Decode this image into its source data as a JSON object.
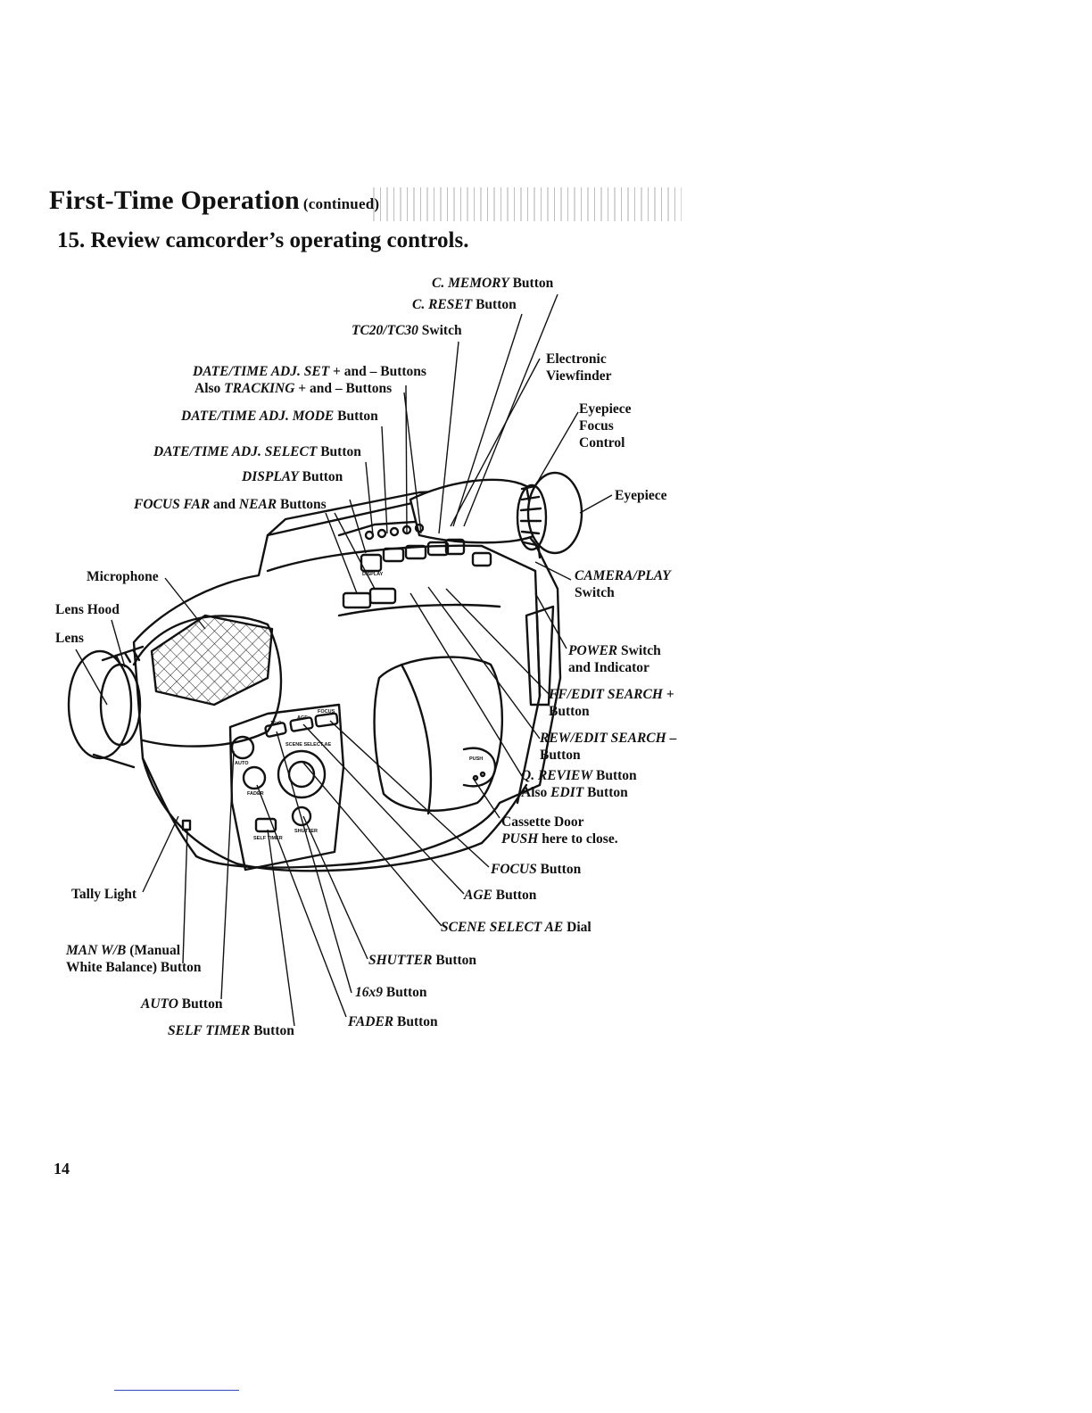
{
  "header": {
    "title": "First-Time Operation",
    "continued": "(continued)"
  },
  "step": {
    "title": "15. Review camcorder’s operating controls."
  },
  "labels": {
    "c_memory": {
      "italic": "C. MEMORY",
      "rest": " Button"
    },
    "c_reset": {
      "italic": "C. RESET",
      "rest": " Button"
    },
    "tc_switch": {
      "italic": "TC20/TC30",
      "rest": " Switch"
    },
    "date_set_1": {
      "italic": "DATE/TIME ADJ. SET",
      "rest": " + and – Buttons"
    },
    "date_set_2": {
      "pre": "Also ",
      "italic": "TRACKING",
      "rest": " + and – Buttons"
    },
    "date_mode": {
      "italic": "DATE/TIME ADJ. MODE",
      "rest": " Button"
    },
    "date_select": {
      "italic": "DATE/TIME ADJ. SELECT",
      "rest": " Button"
    },
    "display": {
      "italic": "DISPLAY",
      "rest": " Button"
    },
    "focus_far_near": {
      "italic1": "FOCUS FAR",
      "mid": " and ",
      "italic2": "NEAR",
      "rest": " Buttons"
    },
    "microphone": "Microphone",
    "lens_hood": "Lens Hood",
    "lens": "Lens",
    "electronic_viewfinder": [
      "Electronic",
      "Viewfinder"
    ],
    "eyepiece_focus": [
      "Eyepiece",
      "Focus",
      "Control"
    ],
    "eyepiece": "Eyepiece",
    "camera_play": {
      "italic": "CAMERA/PLAY",
      "rest": "Switch"
    },
    "power": {
      "italic": "POWER",
      "rest": " Switch",
      "line2": "and Indicator"
    },
    "ff_edit": {
      "italic": "FF/EDIT SEARCH +",
      "line2": "Button"
    },
    "rew_edit": {
      "italic": "REW/EDIT SEARCH –",
      "line2": "Button"
    },
    "q_review": {
      "italic": "Q. REVIEW",
      "rest": " Button",
      "pre2": "Also ",
      "italic2": "EDIT",
      "rest2": " Button"
    },
    "cassette_door": {
      "line1": "Cassette Door",
      "italic": "PUSH",
      "rest": " here to close."
    },
    "focus_button": {
      "italic": "FOCUS",
      "rest": " Button"
    },
    "age_button": {
      "italic": "AGE",
      "rest": " Button"
    },
    "scene_select": {
      "italic": "SCENE SELECT AE",
      "rest": " Dial"
    },
    "shutter": {
      "italic": "SHUTTER",
      "rest": " Button"
    },
    "wide169": {
      "italic": "16x9",
      "rest": " Button"
    },
    "fader": {
      "italic": "FADER",
      "rest": " Button"
    },
    "tally_light": "Tally Light",
    "man_wb": {
      "italic": "MAN W/B",
      "rest": " (Manual",
      "line2": "White Balance) Button"
    },
    "auto_button": {
      "italic": "AUTO",
      "rest": " Button"
    },
    "self_timer": {
      "italic": "SELF TIMER",
      "rest": " Button"
    }
  },
  "camera_markings": [
    "16x9",
    "AGE",
    "FOCUS",
    "SCENE SELECT AE",
    "AUTO",
    "FADER",
    "SELF TIMER",
    "SHUTTER",
    "PUSH",
    "DISPLAY"
  ],
  "page_number": "14"
}
